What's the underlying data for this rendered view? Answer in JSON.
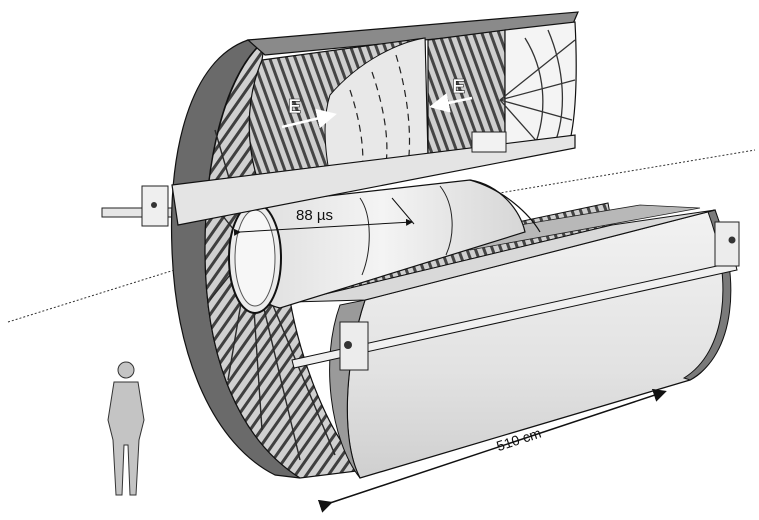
{
  "labels": {
    "drift_field_left": "E",
    "drift_field_right": "E",
    "drift_time": "88 µs",
    "length": "510 cm"
  },
  "colors": {
    "shell_light": "#e9e9e9",
    "shell_mid": "#d2d2d2",
    "shell_dark": "#8f8f8f",
    "frame_dark": "#3a3a3a",
    "line": "#111111",
    "human": "#bdbdbd"
  }
}
